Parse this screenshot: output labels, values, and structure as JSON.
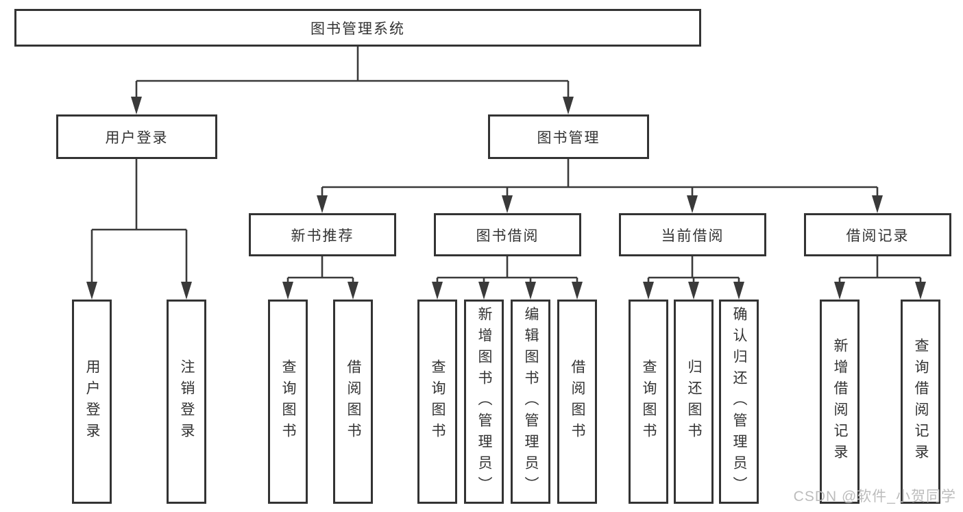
{
  "diagram": {
    "title": "图书管理系统",
    "branches": [
      {
        "label": "用户登录",
        "leaves": [
          "用户登录",
          "注销登录"
        ]
      },
      {
        "label": "图书管理",
        "children": [
          {
            "label": "新书推荐",
            "leaves": [
              "查询图书",
              "借阅图书"
            ]
          },
          {
            "label": "图书借阅",
            "leaves": [
              "查询图书",
              "新增图书（管理员）",
              "编辑图书（管理员）",
              "借阅图书"
            ]
          },
          {
            "label": "当前借阅",
            "leaves": [
              "查询图书",
              "归还图书",
              "确认归还（管理员）"
            ]
          },
          {
            "label": "借阅记录",
            "leaves": [
              "新增借阅记录",
              "查询借阅记录"
            ]
          }
        ]
      }
    ]
  },
  "watermark": "CSDN @软件_小贺同学",
  "colors": {
    "line": "#3a3a3a",
    "border": "#333333",
    "text": "#333333",
    "watermark": "#bcbcbc",
    "background": "#ffffff"
  }
}
